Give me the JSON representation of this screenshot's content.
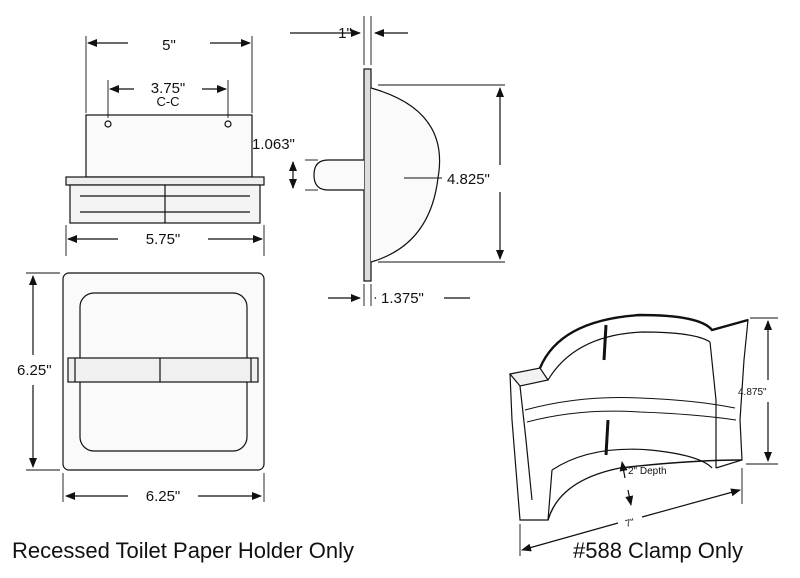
{
  "holder": {
    "dims": {
      "top_width": "5\"",
      "hole_spacing": "3.75\"",
      "hole_spacing_note": "C-C",
      "frame_width": "5.75\"",
      "roller_height": "1.063\"",
      "flange_offset": "1\"",
      "cup_diameter": "4.825\"",
      "cup_depth": "1.375\"",
      "front_height": "6.25\"",
      "front_width": "6.25\""
    },
    "caption": "Recessed Toilet Paper Holder Only"
  },
  "clamp": {
    "dims": {
      "height": "4.875\"",
      "depth": "2\" Depth",
      "width": "7\""
    },
    "caption": "#588 Clamp Only"
  }
}
